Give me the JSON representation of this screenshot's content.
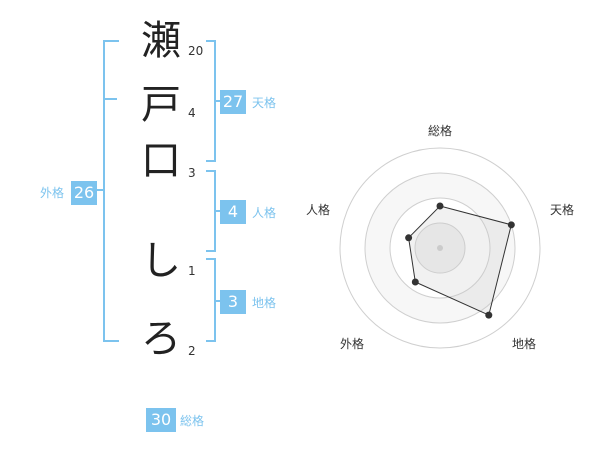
{
  "name_chars": [
    {
      "char": "瀬",
      "strokes": "20"
    },
    {
      "char": "戸",
      "strokes": "4"
    },
    {
      "char": "口",
      "strokes": "3"
    },
    {
      "char": "し",
      "strokes": "1"
    },
    {
      "char": "ろ",
      "strokes": "2"
    }
  ],
  "fortunes": {
    "tenkaku": {
      "value": "27",
      "label": "天格"
    },
    "jinkaku": {
      "value": "4",
      "label": "人格"
    },
    "chikaku": {
      "value": "3",
      "label": "地格"
    },
    "gaikaku": {
      "value": "26",
      "label": "外格"
    },
    "soukaku": {
      "value": "30",
      "label": "総格"
    }
  },
  "radar": {
    "axes": [
      "総格",
      "天格",
      "地格",
      "外格",
      "人格"
    ],
    "values": [
      0.42,
      0.75,
      0.83,
      0.42,
      0.33
    ],
    "accent_color": "#7cc3ee"
  }
}
